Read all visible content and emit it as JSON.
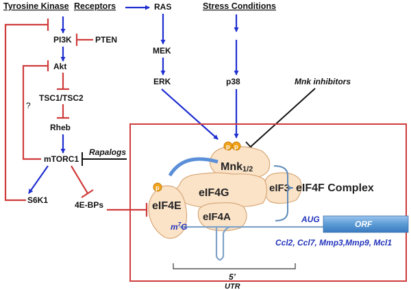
{
  "headers": {
    "tyrosine_kinase": "Tyrosine Kinase",
    "receptors": "Receptors",
    "stress_conditions": "Stress Conditions"
  },
  "nodes": {
    "ras": "RAS",
    "mek": "MEK",
    "erk": "ERK",
    "p38": "p38",
    "pi3k": "PI3K",
    "pten": "PTEN",
    "akt": "Akt",
    "tsc": "TSC1/TSC2",
    "rheb": "Rheb",
    "mtorc1": "mTORC1",
    "rapalogs": "Rapalogs",
    "s6k1": "S6K1",
    "four_ebps": "4E-BPs",
    "question": "?",
    "mnk_inhibitors": "Mnk inhibitors"
  },
  "complex": {
    "mnk_main": "Mnk",
    "mnk_sub": "1/2",
    "eif4g": "eIF4G",
    "eif3": "eIF3",
    "eif4e": "eIF4E",
    "eif4a": "eIF4A",
    "label": "eIF4F Complex",
    "phospho": "p"
  },
  "mrna": {
    "cap_m": "m",
    "cap_sup": "7",
    "cap_g": "G",
    "aug": "AUG",
    "orf": "ORF",
    "targets": "Ccl2, Ccl7, Mmp3,Mmp9, Mcl1",
    "five_prime": "5’",
    "utr": "UTR"
  },
  "colors": {
    "activation": "#1f2fd0",
    "inhibition": "#d03a3a",
    "protein_fill": "#fbe3c8",
    "protein_stroke": "#d8a878",
    "phospho_fill": "#f2a41c",
    "orf_fill": "#5b9bd5",
    "mrna_stroke": "#7fa3c8"
  }
}
